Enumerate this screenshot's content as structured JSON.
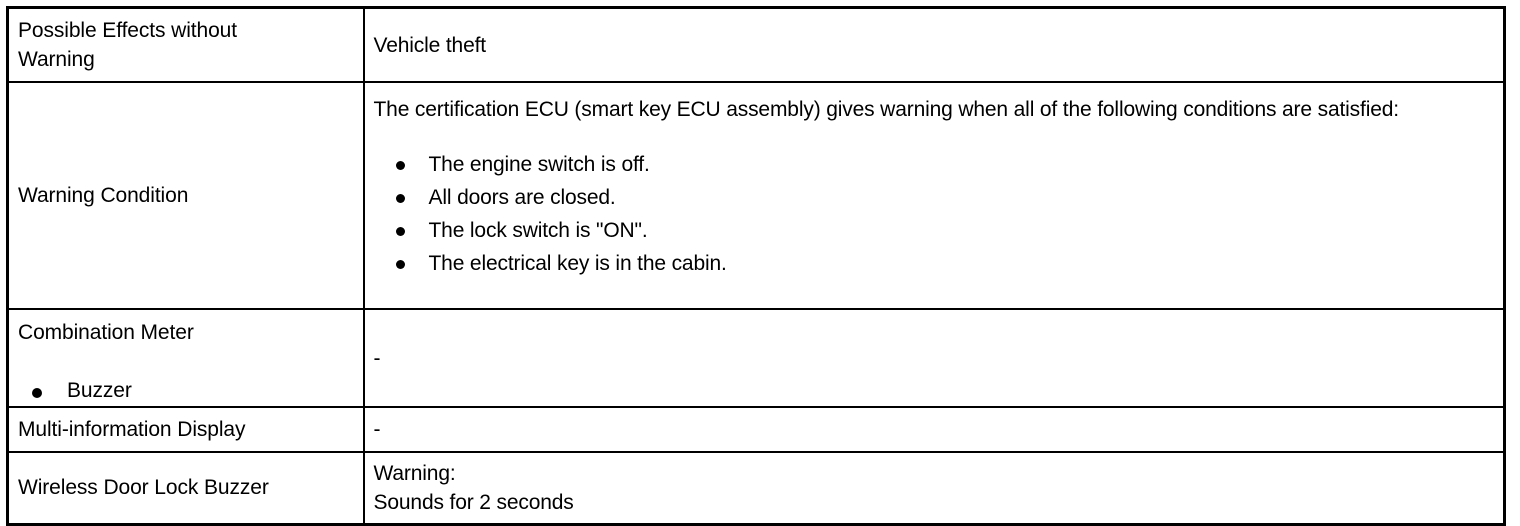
{
  "document": {
    "type": "specification-table",
    "rows": [
      {
        "id": "possible-effects",
        "label": "Possible Effects without\nWarning",
        "value": "Vehicle theft"
      },
      {
        "id": "warning-condition",
        "label": "Warning Condition",
        "value_paragraph": "The certification ECU (smart key ECU assembly) gives warning when all of the following conditions are satisfied:",
        "value_bullets": [
          "The engine switch is off.",
          "All doors are closed.",
          "The lock switch is \"ON\".",
          "The electrical key is in the cabin."
        ]
      },
      {
        "id": "combination-meter",
        "label": "Combination Meter",
        "sub_label": "Buzzer",
        "value": "-"
      },
      {
        "id": "multi-information-display",
        "label": "Multi-information Display",
        "value": "-"
      },
      {
        "id": "wireless-door-lock-buzzer",
        "label": "Wireless Door Lock Buzzer",
        "value": "Warning:\nSounds for 2 seconds"
      }
    ]
  },
  "style": {
    "text_color": "#000000",
    "border_color": "#000000",
    "background": "#ffffff"
  }
}
